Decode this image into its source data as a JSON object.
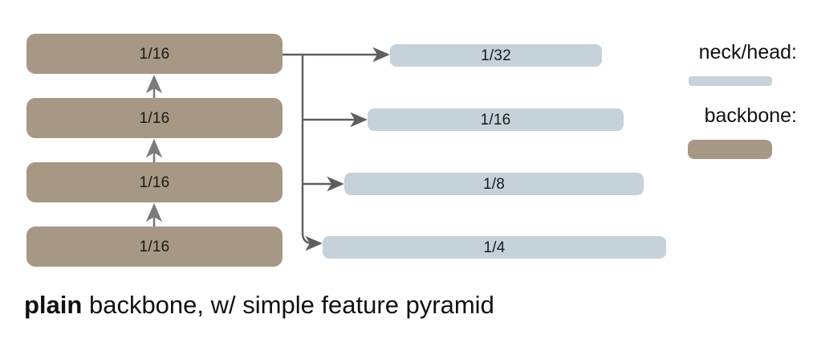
{
  "figure": {
    "caption_bold": "plain",
    "caption_rest": " backbone, w/ simple feature pyramid",
    "colors": {
      "backbone": "#a69884",
      "neck_head": "#c5d2da",
      "connector": "#5e5e5e",
      "text": "#111111",
      "background": "#ffffff"
    }
  },
  "backbone_stack": {
    "name": "plain backbone",
    "blocks": [
      {
        "label": "1/16",
        "order_from_bottom": 4
      },
      {
        "label": "1/16",
        "order_from_bottom": 3
      },
      {
        "label": "1/16",
        "order_from_bottom": 2
      },
      {
        "label": "1/16",
        "order_from_bottom": 1
      }
    ]
  },
  "pyramid": {
    "name": "simple feature pyramid",
    "blocks": [
      {
        "label": "1/32"
      },
      {
        "label": "1/16"
      },
      {
        "label": "1/8"
      },
      {
        "label": "1/4"
      }
    ]
  },
  "legend": {
    "entries": [
      {
        "label": "neck/head:",
        "swatch": "neck"
      },
      {
        "label": "backbone:",
        "swatch": "backbone"
      }
    ]
  }
}
